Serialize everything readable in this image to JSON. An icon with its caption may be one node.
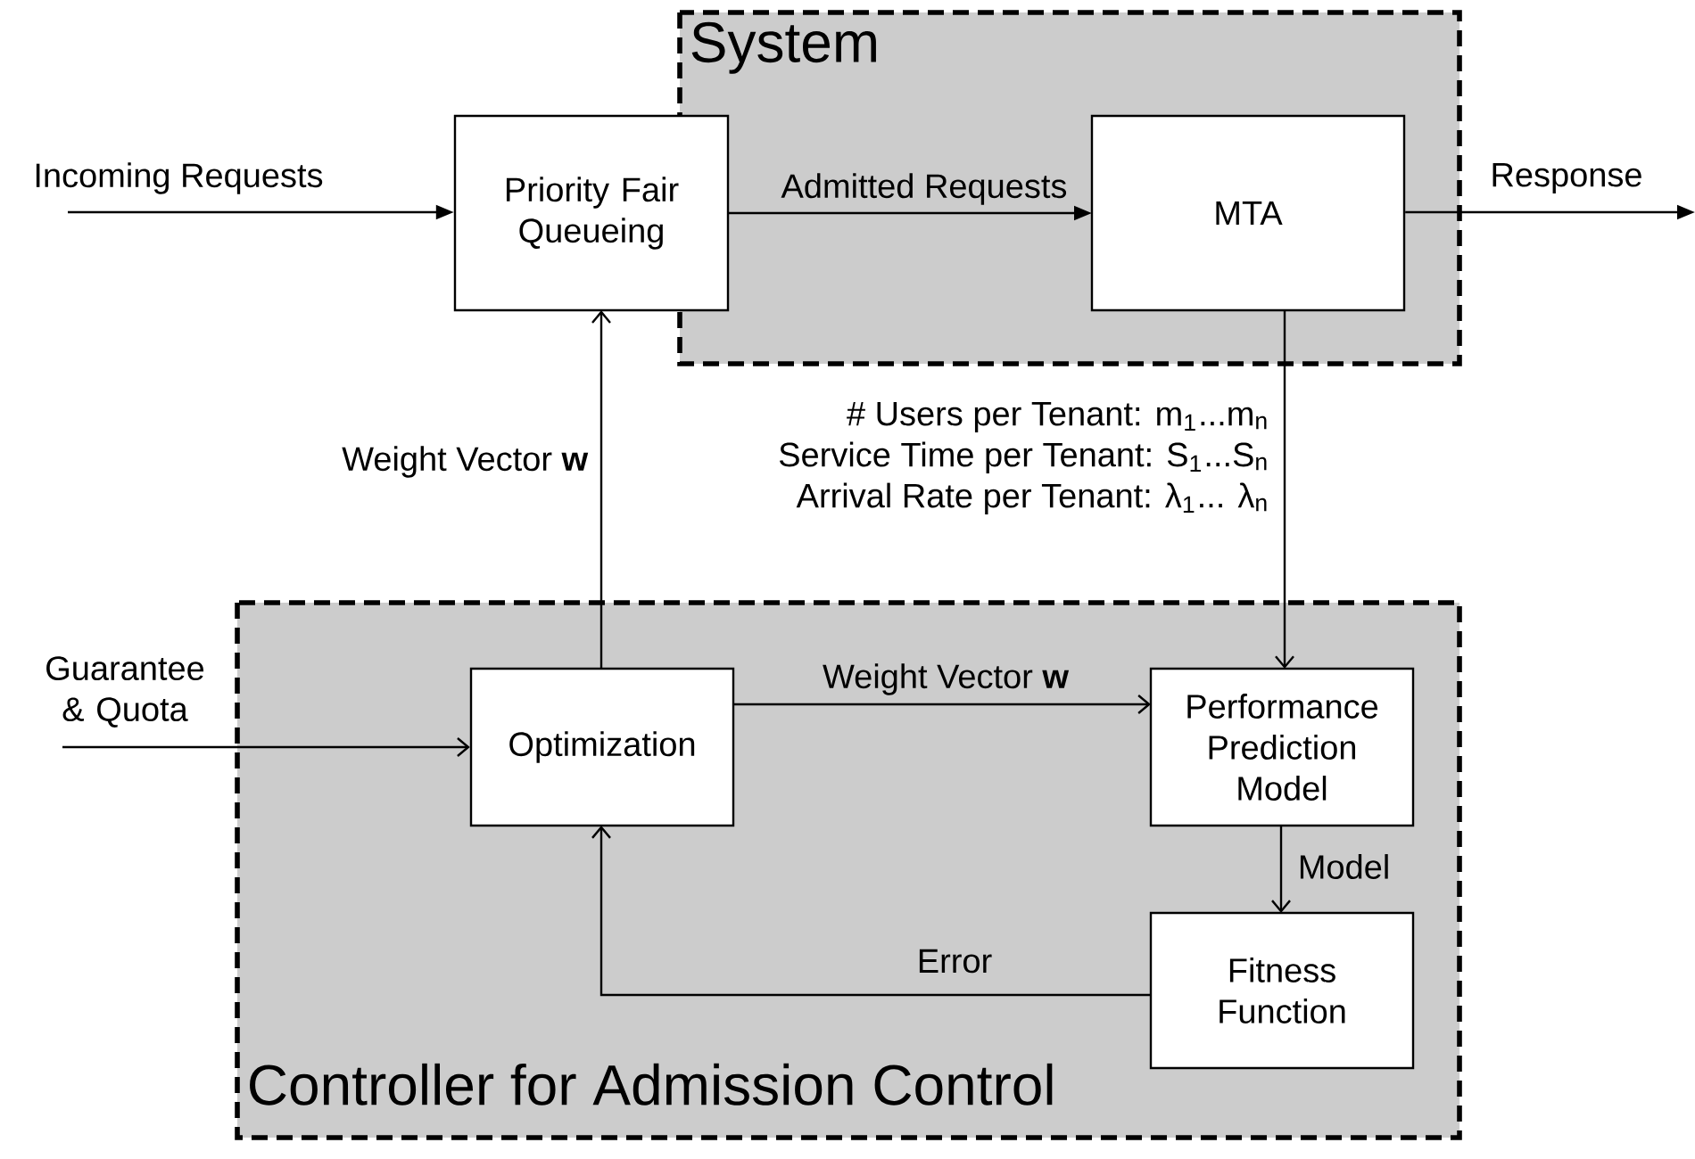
{
  "diagram": {
    "nodes": [
      {
        "text": [
          "System"
        ]
      },
      {
        "text": [
          "Priority Fair Queueing"
        ]
      },
      {
        "text": [
          "MTA"
        ],
        "in": 0
      },
      {
        "text": [
          "Controller for Admission Control"
        ]
      },
      {
        "text": [
          "Optimization"
        ],
        "in": 3
      },
      {
        "text": [
          "Performance Prediction Model"
        ],
        "in": 3
      },
      {
        "text": [
          "Fitness Function"
        ],
        "in": 3
      }
    ],
    "edges": [
      {
        "from": null,
        "to": 1,
        "arrow": "to",
        "label": "Incoming Requests"
      },
      {
        "from": 1,
        "to": 2,
        "arrow": "to",
        "label": "Admitted Requests"
      },
      {
        "from": 2,
        "to": null,
        "arrow": "to",
        "label": "Response"
      },
      {
        "from": 4,
        "to": 1,
        "arrow": "to",
        "label": "Weight Vector **w**"
      },
      {
        "from": 2,
        "to": 5,
        "arrow": "to",
        "label": "# Users per Tenant: m$_{1}$...m$_{n}$ Service Time per Tenant: S$_{1}$...S$_{n}$ Arrival Rate per Tenant: λ$_{1}$... λ$_{n}$"
      },
      {
        "from": null,
        "to": 4,
        "arrow": "to",
        "label": "Guarantee & Quota"
      },
      {
        "from": 4,
        "to": 5,
        "arrow": "to",
        "label": "Weight Vector **w**"
      },
      {
        "from": 5,
        "to": 6,
        "arrow": "to",
        "label": "Model"
      },
      {
        "from": 6,
        "to": 4,
        "arrow": "to",
        "label": "Error"
      }
    ]
  }
}
